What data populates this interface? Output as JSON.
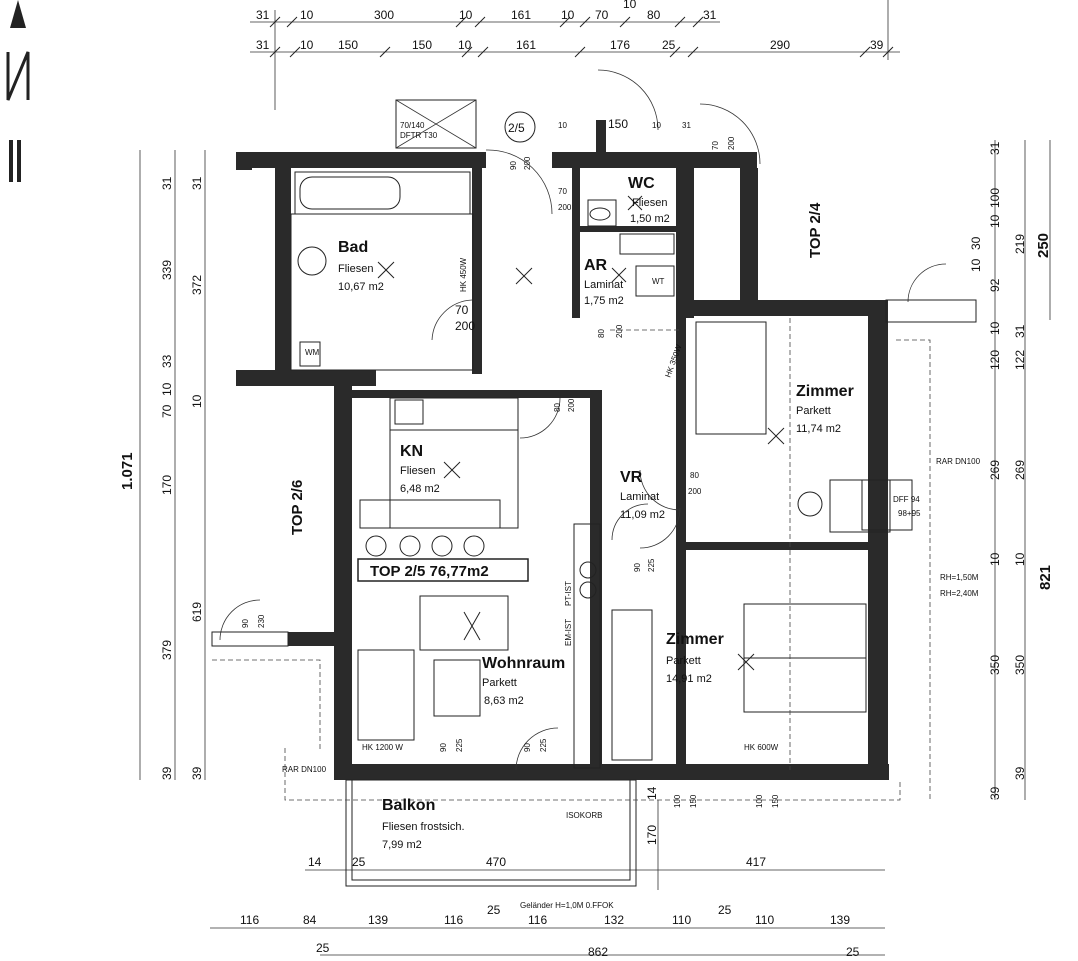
{
  "rooms": [
    {
      "name": "Bad",
      "material": "Fliesen",
      "area": "10,67 m2"
    },
    {
      "name": "WC",
      "material": "Fliesen",
      "area": "1,50 m2"
    },
    {
      "name": "AR",
      "material": "Laminat",
      "area": "1,75 m2"
    },
    {
      "name": "KN",
      "material": "Fliesen",
      "area": "6,48 m2"
    },
    {
      "name": "VR",
      "material": "Laminat",
      "area": "11,09 m2"
    },
    {
      "name": "Zimmer",
      "material": "Parkett",
      "area": "11,74 m2"
    },
    {
      "name": "Zimmer",
      "material": "Parkett",
      "area": "14,91 m2"
    },
    {
      "name": "Wohnraum",
      "material": "Parkett",
      "area": "8,63 m2"
    },
    {
      "name": "Balkon",
      "material": "Fliesen frostsich.",
      "area": "7,99 m2"
    }
  ],
  "unit_label": "TOP 2/5 76,77m2",
  "neighbors": [
    "TOP 2/4",
    "TOP 2/6"
  ],
  "door_tag": "2/5",
  "annotations": {
    "dftr": "70/140",
    "dftr2": "DFTR T30",
    "hk_bad": "HK 450W",
    "hk_vr": "HK 350W",
    "hk_wohn": "HK 1200 W",
    "hk_zimmer": "HK 600W",
    "dff": "DFF 94",
    "dff2": "98+95",
    "rh1": "RH=1,50M",
    "rh2": "RH=2,40M",
    "rar": "RAR DN100",
    "isokorb": "ISOKORB",
    "gelaender": "Geländer H=1,0M 0.FFOK",
    "ptist": "PT-IST",
    "emist": "EM-IST",
    "wt": "WT",
    "wm": "WM"
  },
  "dims": {
    "top1": [
      "31",
      "10",
      "300",
      "10",
      "161",
      "10",
      "70",
      "80",
      "31",
      "10"
    ],
    "top2": [
      "31",
      "10",
      "150",
      "150",
      "10",
      "161",
      "176",
      "25",
      "290",
      "39"
    ],
    "left_outer": [
      "1.071"
    ],
    "left_inner": [
      "31",
      "339",
      "33",
      "10",
      "70",
      "170",
      "619",
      "379",
      "39"
    ],
    "left_mid": [
      "31",
      "372",
      "10"
    ],
    "right_outer": [
      "250",
      "821"
    ],
    "right_inner": [
      "31",
      "10",
      "100",
      "30",
      "10",
      "92",
      "219",
      "10",
      "31",
      "120",
      "122",
      "269",
      "269",
      "10",
      "10",
      "350",
      "350",
      "39",
      "39"
    ],
    "bottom1": [
      "14",
      "25",
      "470",
      "417",
      "170",
      "14"
    ],
    "bottom2": [
      "116",
      "84",
      "139",
      "116",
      "25",
      "116",
      "132",
      "110",
      "25",
      "110",
      "139"
    ],
    "bottom3": [
      "25",
      "862",
      "25"
    ],
    "doors": [
      "90",
      "200",
      "70",
      "200",
      "70",
      "200",
      "80",
      "200",
      "80",
      "200",
      "80",
      "200",
      "90",
      "225",
      "90",
      "230",
      "90",
      "225",
      "90",
      "225",
      "10",
      "150",
      "10",
      "31",
      "70",
      "200",
      "100",
      "150",
      "100",
      "150"
    ]
  }
}
